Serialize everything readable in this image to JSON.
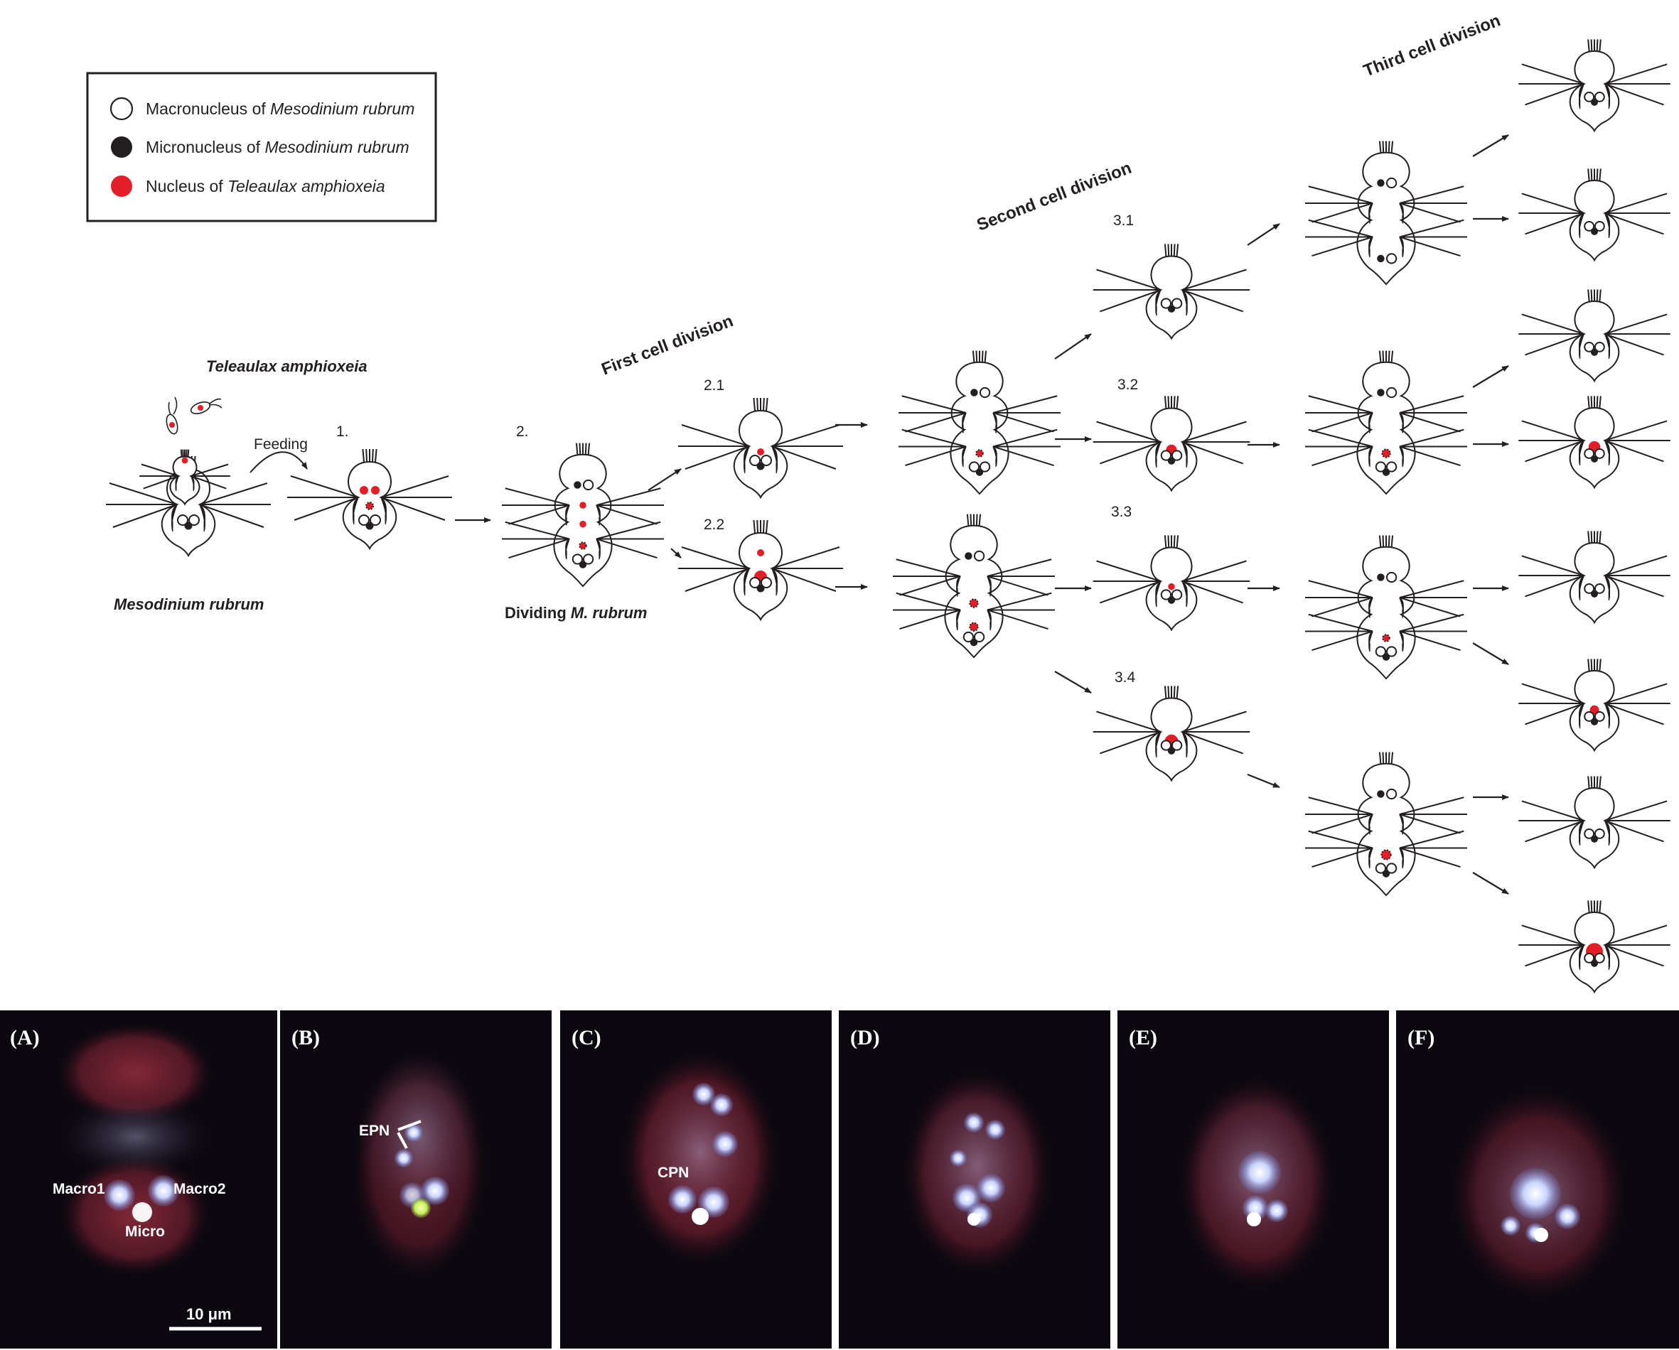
{
  "legend": {
    "items": [
      {
        "symbol": "white",
        "prefix": "Macronucleus of ",
        "italic": "Mesodinium rubrum"
      },
      {
        "symbol": "black",
        "prefix": "Micronucleus of ",
        "italic": "Mesodinium rubrum"
      },
      {
        "symbol": "red",
        "prefix": "Nucleus of ",
        "italic": "Teleaulax amphioxeia"
      }
    ]
  },
  "colors": {
    "red_nucleus": "#e41e26",
    "ink": "#231f20",
    "micro_bg": "#0b0810"
  },
  "labels": {
    "teleaulax": "Teleaulax amphioxeia",
    "mesodinium": "Mesodinium rubrum",
    "feeding": "Feeding",
    "stage_1": "1.",
    "stage_2": "2.",
    "dividing_prefix": "Dividing ",
    "dividing_italic": "M. rubrum",
    "first_division": "First cell division",
    "second_division": "Second cell division",
    "third_division": "Third cell division",
    "s21": "2.1",
    "s22": "2.2",
    "s31": "3.1",
    "s32": "3.2",
    "s33": "3.3",
    "s34": "3.4"
  },
  "panels": [
    {
      "letter": "(A)",
      "annotations": [
        "Macro1",
        "Macro2",
        "Micro"
      ],
      "scale_bar": "10 μm"
    },
    {
      "letter": "(B)",
      "annotations": [
        "EPN"
      ]
    },
    {
      "letter": "(C)",
      "annotations": [
        "CPN"
      ]
    },
    {
      "letter": "(D)",
      "annotations": []
    },
    {
      "letter": "(E)",
      "annotations": []
    },
    {
      "letter": "(F)",
      "annotations": []
    }
  ]
}
